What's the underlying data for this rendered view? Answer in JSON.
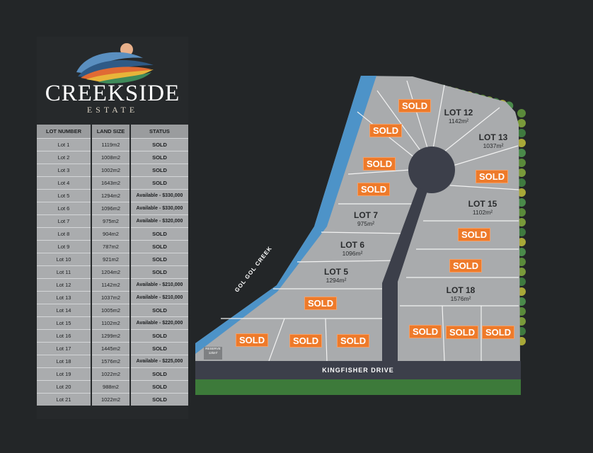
{
  "brand": {
    "name": "CREEKSIDE",
    "subtitle": "ESTATE"
  },
  "table": {
    "headers": [
      "LOT NUMBER",
      "LAND SIZE",
      "STATUS"
    ],
    "rows": [
      [
        "Lot 1",
        "1119m2",
        "SOLD"
      ],
      [
        "Lot 2",
        "1008m2",
        "SOLD"
      ],
      [
        "Lot 3",
        "1002m2",
        "SOLD"
      ],
      [
        "Lot 4",
        "1643m2",
        "SOLD"
      ],
      [
        "Lot 5",
        "1294m2",
        "Available - $330,000"
      ],
      [
        "Lot 6",
        "1096m2",
        "Available - $330,000"
      ],
      [
        "Lot 7",
        "975m2",
        "Available - $320,000"
      ],
      [
        "Lot 8",
        "904m2",
        "SOLD"
      ],
      [
        "Lot 9",
        "787m2",
        "SOLD"
      ],
      [
        "Lot 10",
        "921m2",
        "SOLD"
      ],
      [
        "Lot 11",
        "1204m2",
        "SOLD"
      ],
      [
        "Lot 12",
        "1142m2",
        "Available - $210,000"
      ],
      [
        "Lot 13",
        "1037m2",
        "Available - $210,000"
      ],
      [
        "Lot 14",
        "1005m2",
        "SOLD"
      ],
      [
        "Lot 15",
        "1102m2",
        "Available - $220,000"
      ],
      [
        "Lot 16",
        "1299m2",
        "SOLD"
      ],
      [
        "Lot 17",
        "1445m2",
        "SOLD"
      ],
      [
        "Lot 18",
        "1576m2",
        "Available - $225,000"
      ],
      [
        "Lot 19",
        "1022m2",
        "SOLD"
      ],
      [
        "Lot 20",
        "988m2",
        "SOLD"
      ],
      [
        "Lot 21",
        "1022m2",
        "SOLD"
      ]
    ]
  },
  "map": {
    "road_label": "KINGFISHER DRIVE",
    "creek_label": "GOL GOL CREEK",
    "reserve_label": "RESERVE",
    "reserve_area": "12km²",
    "sold_label": "SOLD",
    "lots": [
      {
        "name": "LOT 12",
        "area": "1142m²"
      },
      {
        "name": "LOT 13",
        "area": "1037m²"
      },
      {
        "name": "LOT 15",
        "area": "1102m²"
      },
      {
        "name": "LOT 7",
        "area": "975m²"
      },
      {
        "name": "LOT 6",
        "area": "1096m²"
      },
      {
        "name": "LOT 5",
        "area": "1294m²"
      },
      {
        "name": "LOT 18",
        "area": "1576m²"
      }
    ],
    "colors": {
      "lot": "#a9abad",
      "road": "#3c3f4a",
      "creek": "#4d93c8",
      "grass": "#3d7a3a",
      "sold": "#ee7a2a"
    }
  }
}
